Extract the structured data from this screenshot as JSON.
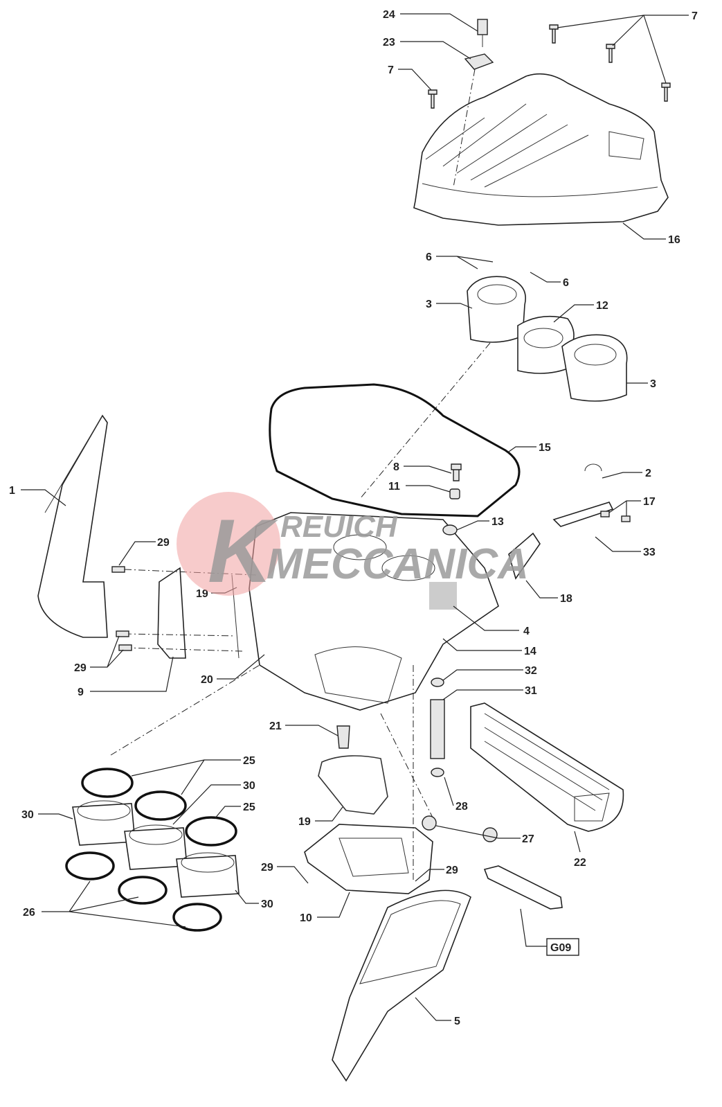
{
  "title": "Air box exploded parts diagram",
  "watermark": {
    "letter": "K",
    "line1": "REUICH",
    "line2": "MECCANICA",
    "color": "#f0a0a0"
  },
  "callouts": [
    "24",
    "23",
    "7",
    "7",
    "16",
    "6",
    "6",
    "3",
    "12",
    "3",
    "15",
    "8",
    "11",
    "13",
    "2",
    "17",
    "33",
    "18",
    "1",
    "29",
    "19",
    "4",
    "14",
    "29",
    "9",
    "20",
    "32",
    "31",
    "21",
    "25",
    "30",
    "25",
    "30",
    "28",
    "19",
    "27",
    "22",
    "29",
    "29",
    "26",
    "30",
    "10",
    "G09",
    "5"
  ]
}
